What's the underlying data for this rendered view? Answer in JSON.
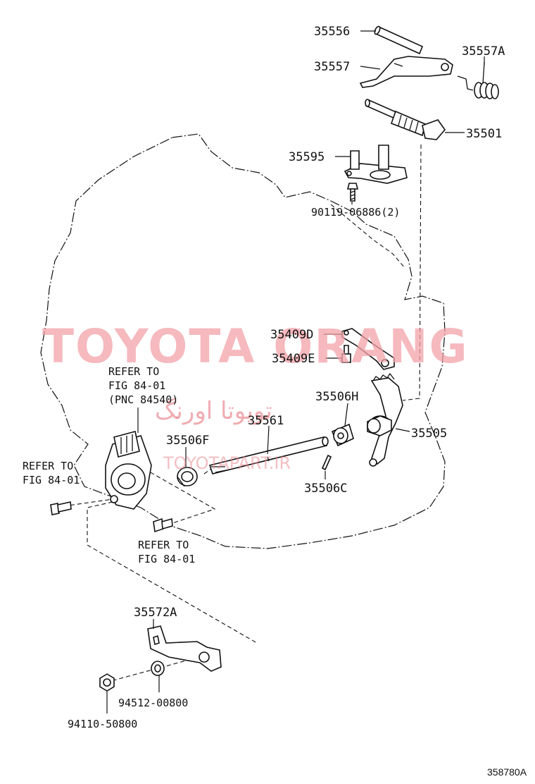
{
  "colors": {
    "ink": "#111111",
    "watermark": "#f2a2a8",
    "watermark_text": "#e98a92"
  },
  "watermark": {
    "title": "TOYOTA ORANG",
    "persian": "تویوتا اورنگ",
    "site": "TOYOTAPART.IR"
  },
  "labels": {
    "p35556": "35556",
    "p35557": "35557",
    "p35557A": "35557A",
    "p35501": "35501",
    "p35595": "35595",
    "p90119": "90119-06886(2)",
    "p35409D": "35409D",
    "p35409E": "35409E",
    "p35506H": "35506H",
    "p35561": "35561",
    "p35505": "35505",
    "p35506F": "35506F",
    "p35506C": "35506C",
    "p35572A": "35572A",
    "p94512": "94512-00800",
    "p94110": "94110-50800"
  },
  "refs": {
    "switch_line1": "REFER TO",
    "switch_line2": "FIG 84-01",
    "switch_line3": "(PNC 84540)",
    "left_line1": "REFER TO",
    "left_line2": "FIG 84-01",
    "lower_line1": "REFER TO",
    "lower_line2": "FIG 84-01"
  },
  "figure_number": "358780A"
}
